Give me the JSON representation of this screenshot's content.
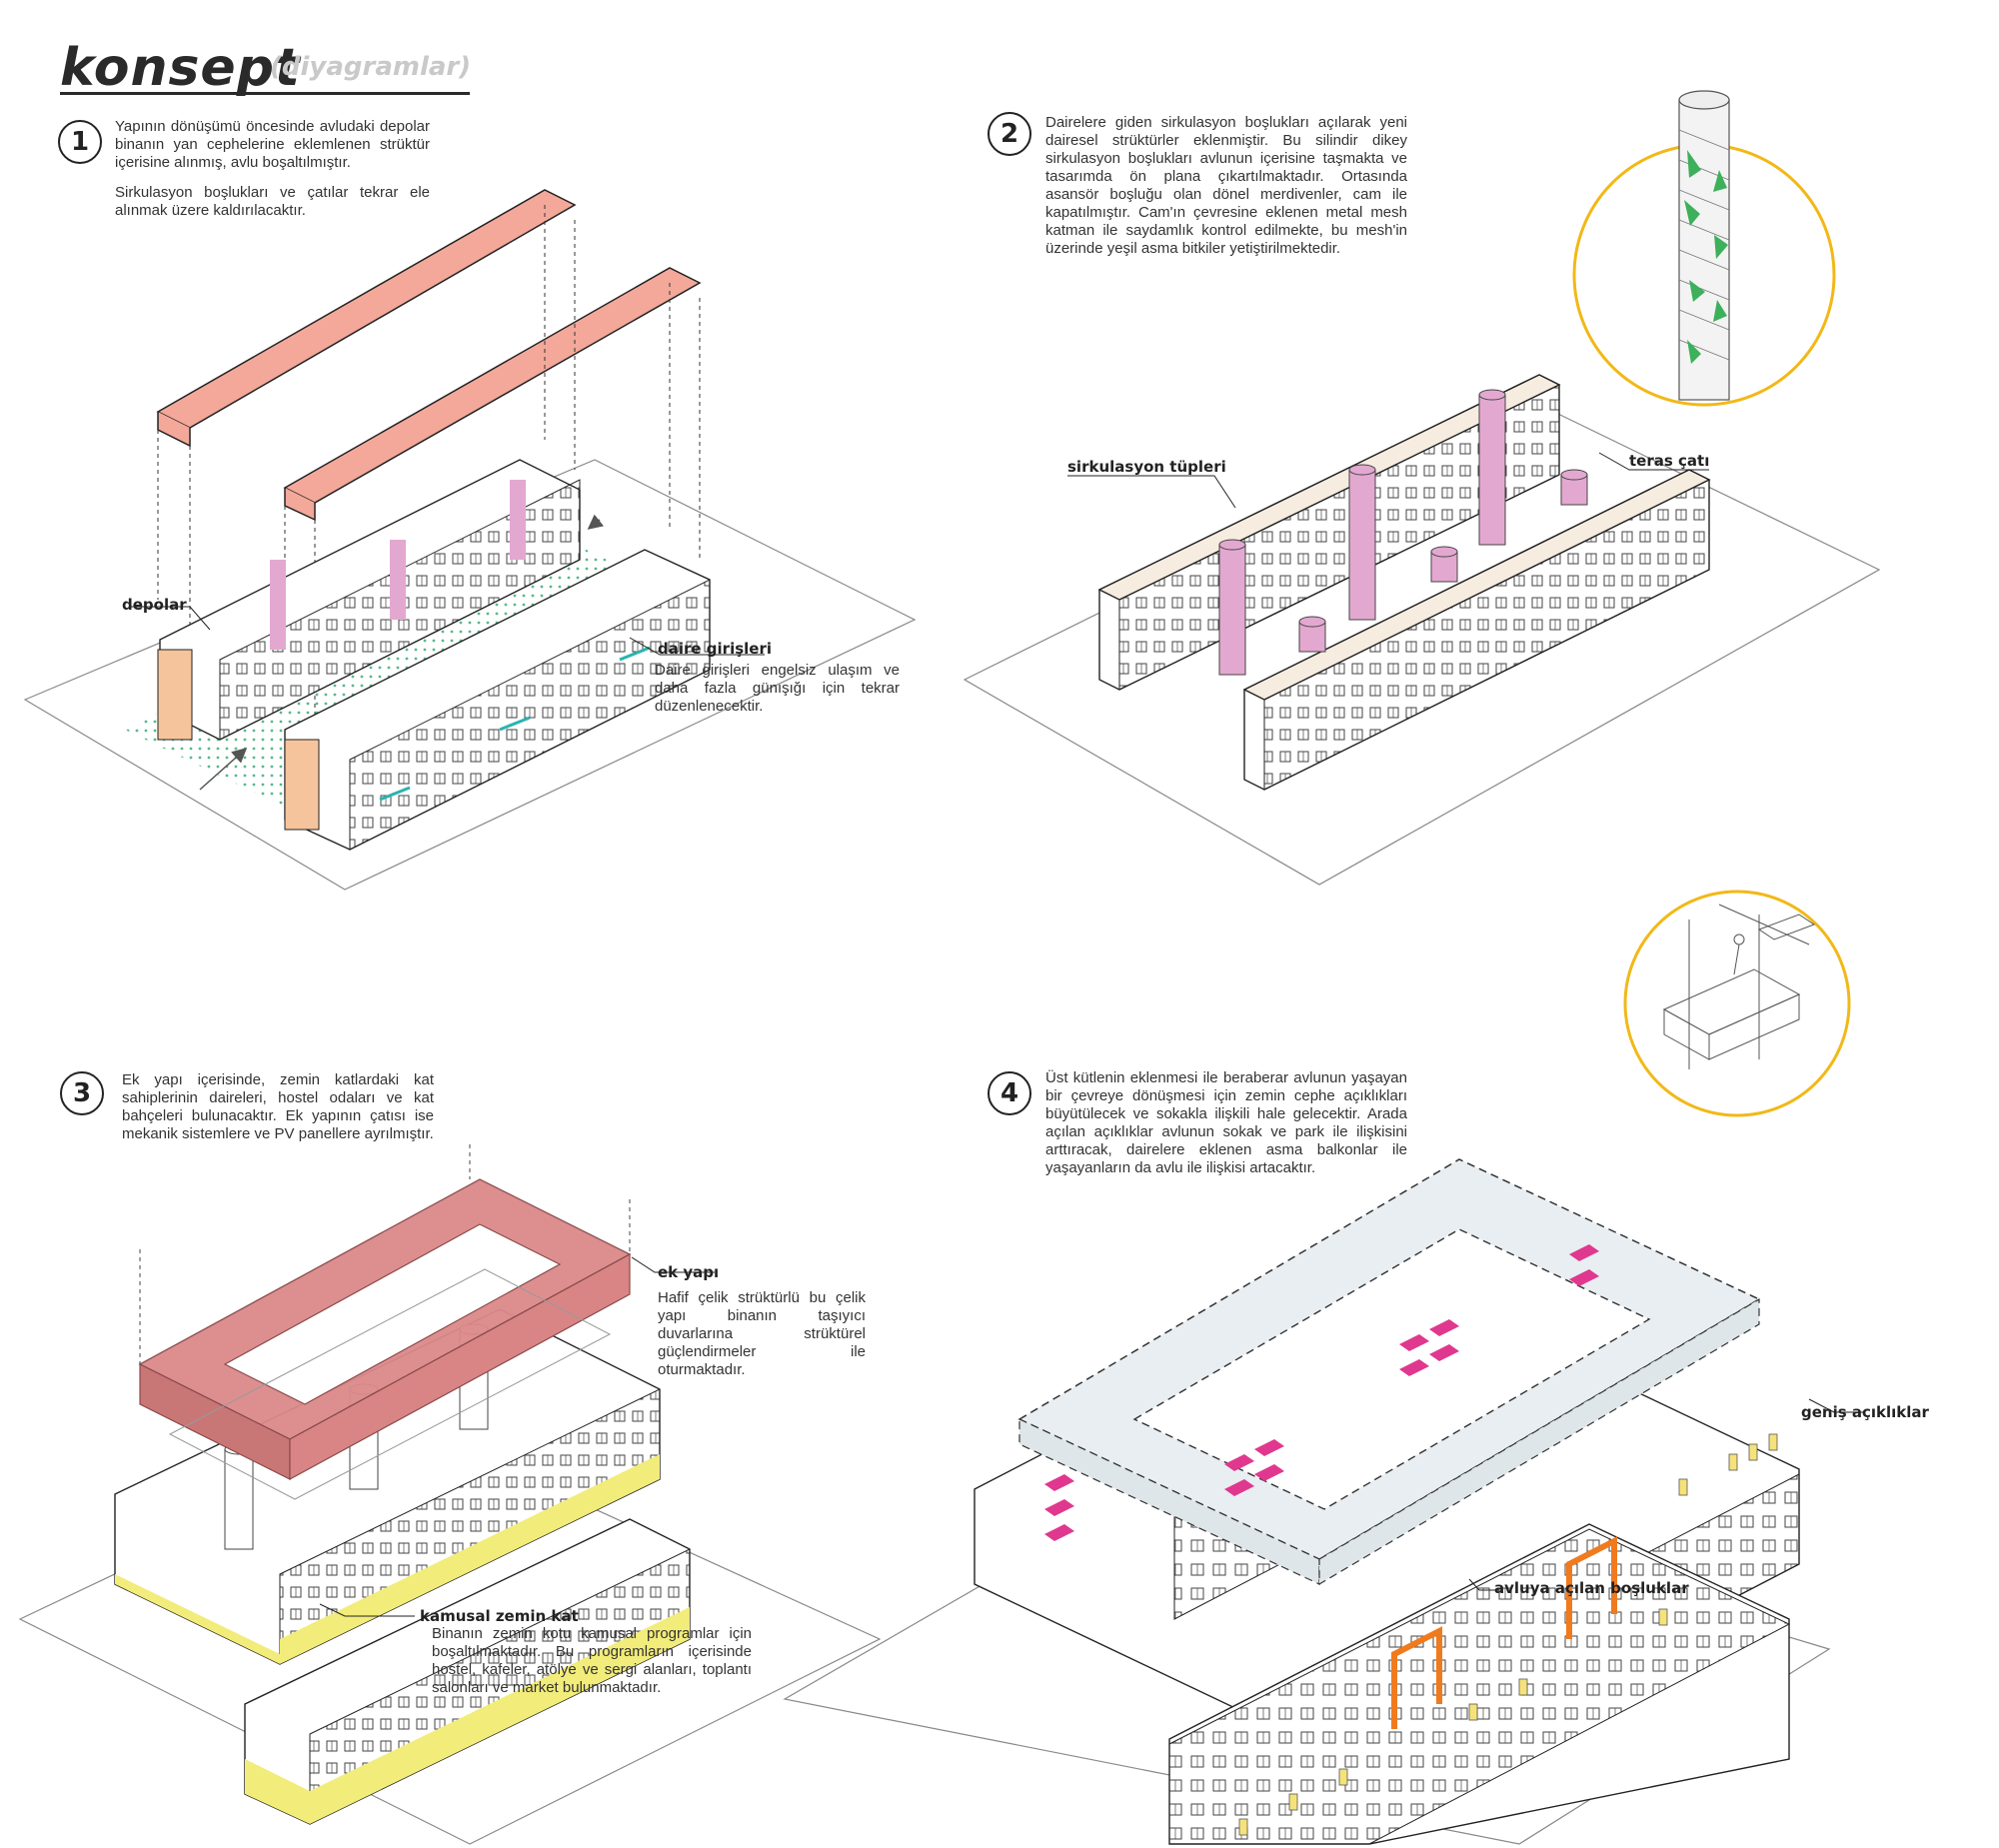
{
  "header": {
    "title": "konsept",
    "subtitle": "(diyagramlar)"
  },
  "panels": [
    {
      "number": "1",
      "paragraphs": [
        "Yapının dönüşümü öncesinde avludaki depolar binanın yan cephelerine eklemlenen strüktür içerisine alınmış, avlu boşaltılmıştır.",
        "Sirkulasyon boşlukları ve çatılar tekrar ele alınmak üzere kaldırılacaktır."
      ],
      "labels": {
        "storage": "depolar",
        "entrances": "daire girişleri"
      },
      "entrances_note": "Daire girişleri engelsiz ulaşım ve daha fazla günışığı için tekrar düzenlenecektir."
    },
    {
      "number": "2",
      "paragraphs": [
        "Dairelere giden sirkulasyon boşlukları açılarak yeni dairesel strüktürler eklenmiştir. Bu silindir dikey sirkulasyon boşlukları avlunun içerisine taşmakta ve tasarımda ön plana çıkartılmaktadır. Ortasında asansör boşluğu olan dönel merdivenler, cam ile kapatılmıştır. Cam'ın çevresine eklenen metal mesh katman ile saydamlık kontrol edilmekte, bu mesh'in üzerinde yeşil asma bitkiler yetiştirilmektedir."
      ],
      "labels": {
        "tubes": "sirkulasyon tüpleri",
        "roof": "teras çatı"
      }
    },
    {
      "number": "3",
      "paragraphs": [
        "Ek yapı içerisinde, zemin katlardaki kat sahiplerinin daireleri, hostel odaları ve kat bahçeleri bulunacaktır. Ek yapının çatısı ise mekanik sistemlere ve PV panellere ayrılmıştır."
      ],
      "labels": {
        "annex": "ek yapı",
        "ground": "kamusal zemin kat"
      },
      "annex_note": "Hafif çelik strüktürlü bu çelik yapı binanın taşıyıcı duvarlarına strüktürel güçlendirmeler ile oturmaktadır.",
      "ground_note": "Binanın zemin kotu kamusal programlar için boşaltılmaktadır. Bu programların içerisinde hostel, kafeler, atölye ve sergi alanları, toplantı salonları ve market bulunmaktadır."
    },
    {
      "number": "4",
      "paragraphs": [
        "Üst kütlenin eklenmesi ile beraberar avlunun yaşayan bir çevreye dönüşmesi için zemin cephe açıklıkları büyütülecek ve sokakla ilişkili hale gelecektir. Arada açılan açıklıklar avlunun sokak ve park ile ilişkisini arttıracak, dairelere eklenen asma balkonlar ile yaşayanların da avlu ile ilişkisi artacaktır."
      ],
      "labels": {
        "wide": "geniş açıklıklar",
        "openings": "avluya açılan boşluklar"
      }
    }
  ],
  "colors": {
    "roof": "#f3a89a",
    "storage": "#f6c49c",
    "tube": "#e3a8d0",
    "annex": "#dc8a8a",
    "ground": "#f2ec7a",
    "sky_slab": "#e8eef1",
    "balcony": "#e0388e",
    "opening": "#f07a1e",
    "entrance": "#2bb3b0",
    "circle": "#f2b817",
    "green": "#3cb05a"
  }
}
